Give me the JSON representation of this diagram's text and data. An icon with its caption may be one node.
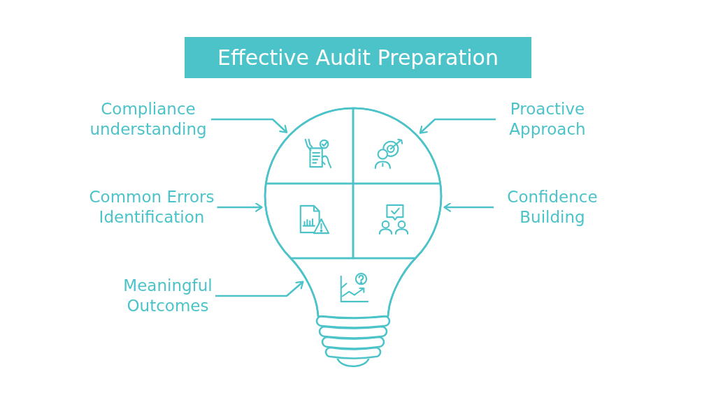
{
  "diagram": {
    "title": "Effective Audit Preparation",
    "nodes": [
      {
        "text": [
          "Compliance understanding"
        ]
      },
      {
        "text": [
          "Proactive Approach"
        ]
      },
      {
        "text": [
          "Common Errors Identification"
        ]
      },
      {
        "text": [
          "Confidence Building"
        ]
      },
      {
        "text": [
          "Meaningful Outcomes"
        ]
      },
      {
        "text": [],
        "shape": "bulb"
      },
      {
        "text": [],
        "shape": "segment",
        "in": 5
      },
      {
        "text": [],
        "shape": "segment",
        "in": 5
      },
      {
        "text": [],
        "shape": "segment",
        "in": 5
      },
      {
        "text": [],
        "shape": "segment",
        "in": 5
      },
      {
        "text": [],
        "shape": "segment",
        "in": 5
      }
    ],
    "edges": [
      {
        "from": 0,
        "to": 6,
        "arrow": "to"
      },
      {
        "from": 1,
        "to": 7,
        "arrow": "to"
      },
      {
        "from": 2,
        "to": 8,
        "arrow": "to"
      },
      {
        "from": 3,
        "to": 9,
        "arrow": "to"
      },
      {
        "from": 4,
        "to": 10,
        "arrow": "to"
      }
    ]
  }
}
